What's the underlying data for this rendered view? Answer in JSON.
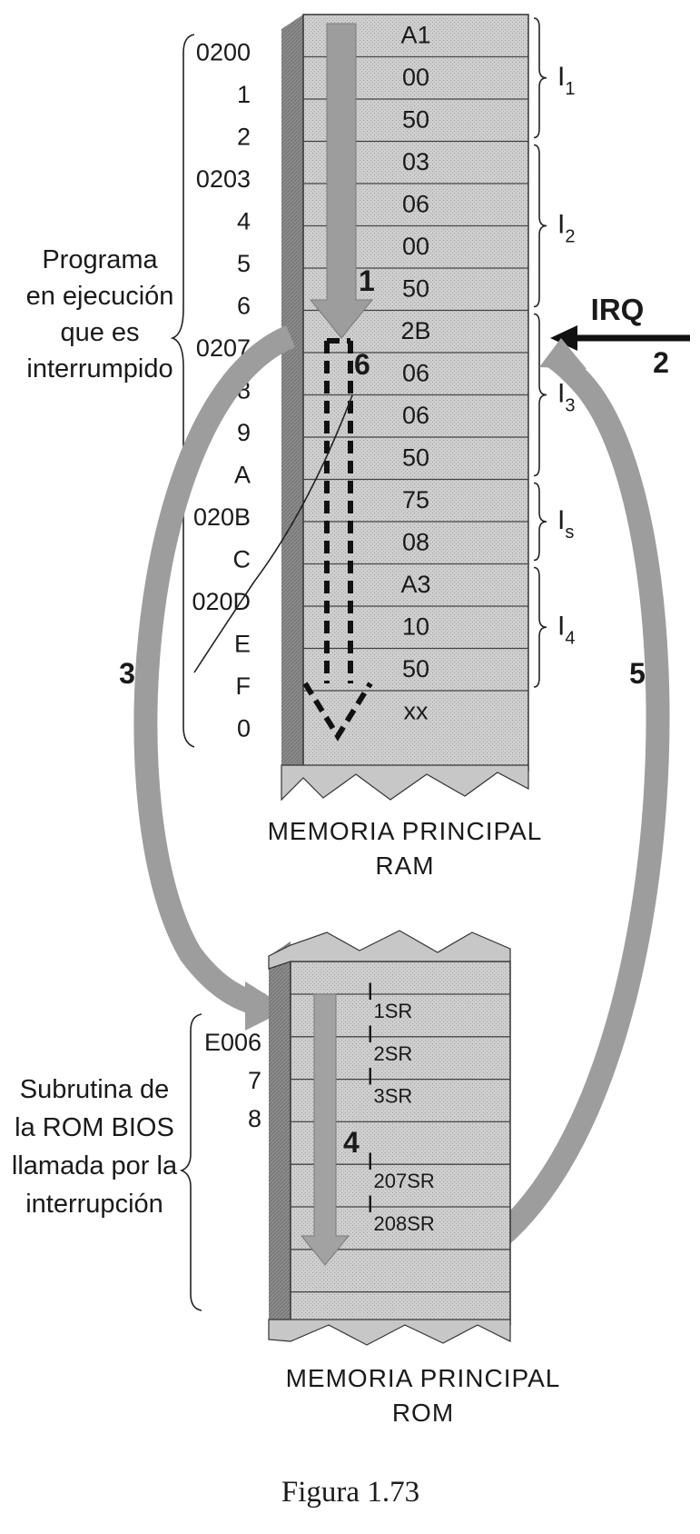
{
  "ram": {
    "title_line1": "MEMORIA PRINCIPAL",
    "title_line2": "RAM",
    "cells": [
      "A1",
      "00",
      "50",
      "03",
      "06",
      "00",
      "50",
      "2B",
      "06",
      "06",
      "50",
      "75",
      "08",
      "A3",
      "10",
      "50",
      "xx"
    ],
    "addresses": [
      "0200",
      "1",
      "2",
      "0203",
      "4",
      "5",
      "6",
      "0207",
      "8",
      "9",
      "A",
      "020B",
      "C",
      "020D",
      "E",
      "F",
      "0"
    ],
    "groups": [
      {
        "main": "I",
        "sub": "1"
      },
      {
        "main": "I",
        "sub": "2"
      },
      {
        "main": "I",
        "sub": "3"
      },
      {
        "main": "I",
        "sub": "s"
      },
      {
        "main": "I",
        "sub": "4"
      }
    ],
    "program_label": [
      "Programa",
      "en ejecución",
      "que es",
      "interrumpido"
    ]
  },
  "rom": {
    "title_line1": "MEMORIA PRINCIPAL",
    "title_line2": "ROM",
    "cells": [
      {
        "main": "I",
        "sub": "1SR"
      },
      {
        "main": "I",
        "sub": "2SR"
      },
      {
        "main": "I",
        "sub": "3SR"
      },
      {
        "main": "",
        "sub": ""
      },
      {
        "main": "I",
        "sub": "207SR"
      },
      {
        "main": "I",
        "sub": "208SR"
      },
      {
        "main": "",
        "sub": ""
      }
    ],
    "addresses": [
      "E006",
      "7",
      "8"
    ],
    "subroutine_label": [
      "Subrutina de",
      "la ROM BIOS",
      "llamada por la",
      "interrupción"
    ]
  },
  "signals": {
    "irq": "IRQ"
  },
  "steps": [
    "1",
    "2",
    "3",
    "4",
    "5",
    "6"
  ],
  "caption": "Figura 1.73",
  "colors": {
    "cell_fill": "#c9c9c9",
    "side_fill": "#8f8f8f",
    "arrow_fill": "#9d9d9d",
    "ink": "#1a1a1a"
  }
}
